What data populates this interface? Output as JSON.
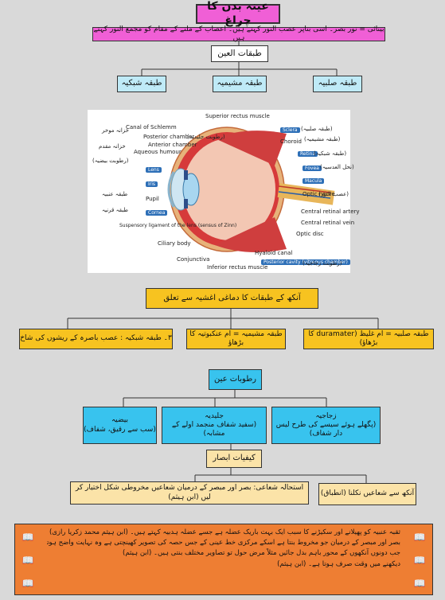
{
  "title": "عینہ بدن کا چراغ",
  "definition": "بینائی = نور بصر۔ اسی بناپر عصب النور کہتے ہیں۔ اعصاب کے ملنے کے مقام کو مجمع النور کہتے ہیں",
  "layers_heading": "طبقات العین",
  "layers": [
    "طبقہ صلبیہ",
    "طبقہ مشیمیہ",
    "طبقہ شبکیہ"
  ],
  "eye_labels_left": [
    {
      "urdu": "(رطوبت جلیدیہ)",
      "en": "Superior rectus muscle"
    },
    {
      "urdu": "خزانہ موخر",
      "en": "Canal of Schlemm"
    },
    {
      "urdu": "خزانہ مقدم",
      "en": "Posterior chamber"
    },
    {
      "urdu": "(رطوبت بیضیہ)",
      "en": "Anterior chamber"
    },
    {
      "urdu": "طبقہ عنبیہ",
      "en": "Lens"
    },
    {
      "urdu": "طبقہ قرنیہ",
      "en": "Iris"
    },
    {
      "urdu": "",
      "en": "Pupil"
    },
    {
      "urdu": "",
      "en": "Cornea"
    },
    {
      "urdu": "",
      "en": "Suspensory ligament of the lens (sensus of Zinn)"
    },
    {
      "urdu": "",
      "en": "Ciliary body"
    },
    {
      "urdu": "",
      "en": "Conjunctiva"
    },
    {
      "urdu": "",
      "en": "Inferior rectus muscle"
    },
    {
      "urdu": "",
      "en": "Aqueous humour"
    }
  ],
  "eye_labels_right": [
    {
      "urdu": "(طبقہ صلبیہ)",
      "en": "Sclera"
    },
    {
      "urdu": "(طبقہ مشیمیہ)",
      "en": "Choroid"
    },
    {
      "urdu": "(طبقہ شبکیہ)",
      "en": "Retina"
    },
    {
      "urdu": "(نحل العدسیہ)",
      "en": "Fovea"
    },
    {
      "urdu": "(عصب النور)",
      "en": "Macula"
    },
    {
      "urdu": "",
      "en": "Optic nerve"
    },
    {
      "urdu": "",
      "en": "Central retinal artery"
    },
    {
      "urdu": "",
      "en": "Central retinal vein"
    },
    {
      "urdu": "",
      "en": "Optic disc"
    },
    {
      "urdu": "",
      "en": "Hyaloid canal"
    },
    {
      "urdu": "(رطوبت زجاجیہ)",
      "en": "Posterior cavity (vitreous chamber)"
    }
  ],
  "relation_heading": "آنکھ کے طبقات کا دماغی اغشیہ سے تعلق",
  "relations": [
    "طبقہ صلبیہ = ام غلیظ (duramater کا بڑھاؤ)",
    "طبقہ مشیمیہ = ام عنکبوتیہ کا بڑھاؤ",
    "۳۔ طبقہ شبکیہ : عصب باصرہ کے ریشوں کی شاخ"
  ],
  "humours_heading": "رطوبات عین",
  "humours": [
    {
      "name": "زجاجیہ",
      "desc": "(پگھلے ہوئے سیسے کی طرح لیس دار شفاف)"
    },
    {
      "name": "جلیدیہ",
      "desc": "(سفید شفاف منجمد اولے کے مشابہ)"
    },
    {
      "name": "بیضیہ",
      "desc": "(سب سے رقیق، شفاف)"
    }
  ],
  "vision_heading": "کیفیات ابصار",
  "vision": [
    "آنکھ سے شعاعیں نکلنا (انطباق)",
    "استحالہ شعاعی: بصر اور مبصر کے درمیان شعاعیں مخروطی شکل اختیار کر لیں (ابن ہیثم)"
  ],
  "notes": [
    "ثقبہ عنبیہ کو پھیلانے اور سکیڑنے کا سبب ایک بہت باریک عضلہ ہے جسے عضلہ ہدبیہ کہتے ہیں۔ (ابن ہیثم محمد زکریا رازی)",
    "بصر اور مبصر کے درمیان جو مخروط بنتا ہے اسکے مرکزی خط عینی کے جس حصہ کی تصویر کھینچتی ہے وہ نہایت واضح ہوتی ہے۔ (ابن ہیثم)",
    "جب دونوں آنکھوں کے محور باہم بدل جائیں مثلاً مرض حول تو تصاویر مختلف بنتی ہیں۔ (ابن ہیثم)",
    "دیکھنے میں وقت صرف ہوتا ہے۔ (ابن ہیثم)"
  ]
}
